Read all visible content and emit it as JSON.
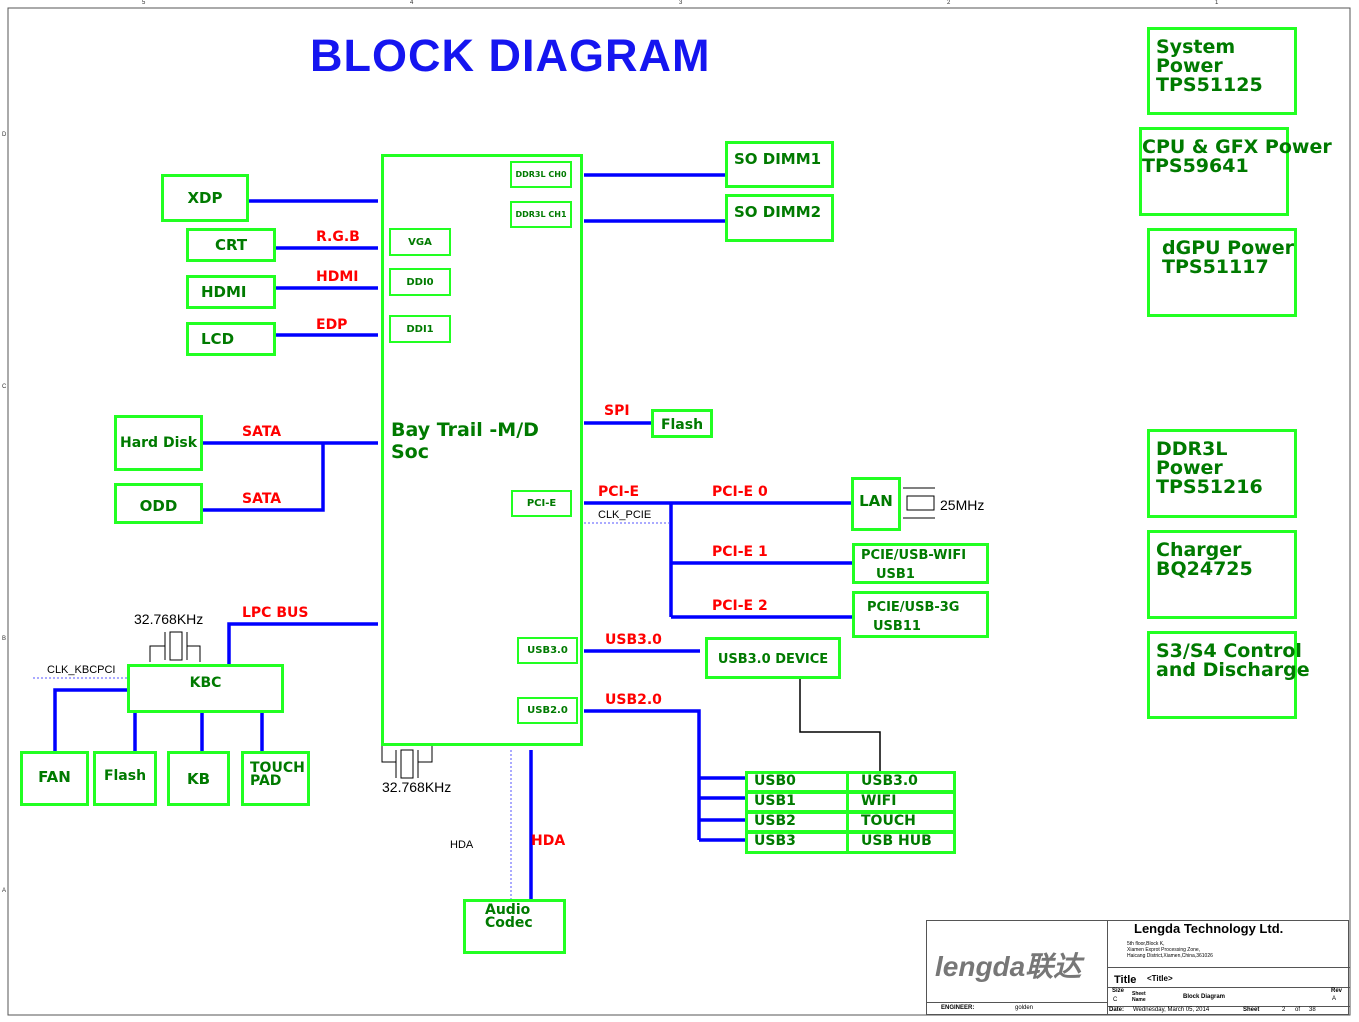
{
  "title": "BLOCK DIAGRAM",
  "colors": {
    "box": "#22ff22",
    "box_text": "#007a00",
    "bus": "#0000ff",
    "bus_label": "#ff0000",
    "title": "#1515f0"
  },
  "border": {
    "columns": [
      "5",
      "4",
      "3",
      "2",
      "1"
    ],
    "rows": [
      "D",
      "C",
      "B",
      "A"
    ]
  },
  "soc": {
    "label": "Bay Trail -M/D Soc",
    "ports": {
      "ddr0": "DDR3L CH0",
      "ddr1": "DDR3L CH1",
      "vga": "VGA",
      "ddi0": "DDI0",
      "ddi1": "DDI1",
      "pcie": "PCI-E",
      "usb3": "USB3.0",
      "usb2": "USB2.0"
    }
  },
  "blocks": {
    "xdp": "XDP",
    "crt": "CRT",
    "hdmi": "HDMI",
    "lcd": "LCD",
    "hdd": "Hard Disk",
    "odd": "ODD",
    "dimm1": "SO DIMM1",
    "dimm2": "SO DIMM2",
    "flash_spi": "Flash",
    "lan": "LAN",
    "wifi": [
      "PCIE/USB-WIFI",
      "USB1"
    ],
    "g3": [
      "PCIE/USB-3G",
      "USB11"
    ],
    "usb3dev": "USB3.0 DEVICE",
    "kbc": "KBC",
    "fan": "FAN",
    "flash_kbc": "Flash",
    "kb": "KB",
    "touchpad": [
      "TOUCH",
      "PAD"
    ],
    "audio": [
      "Audio",
      "Codec"
    ]
  },
  "usb_table": [
    [
      "USB0",
      "USB3.0"
    ],
    [
      "USB1",
      "WIFI"
    ],
    [
      "USB2",
      "TOUCH"
    ],
    [
      "USB3",
      "USB HUB"
    ]
  ],
  "bus_labels": {
    "rgb": "R.G.B",
    "hdmi": "HDMI",
    "edp": "EDP",
    "sata1": "SATA",
    "sata2": "SATA",
    "lpc": "LPC BUS",
    "spi": "SPI",
    "pcie": "PCI-E",
    "pcie0": "PCI-E 0",
    "pcie1": "PCI-E 1",
    "pcie2": "PCI-E 2",
    "usb3": "USB3.0",
    "usb2": "USB2.0",
    "hda": "HDA"
  },
  "signals": {
    "clk_pcie": "CLK_PCIE",
    "clk_kbcpci": "CLK_KBCPCI",
    "hda": "HDA",
    "xtal_kbc": "32.768KHz",
    "xtal_soc": "32.768KHz",
    "xtal_lan": "25MHz"
  },
  "power": [
    [
      "System Power",
      "TPS51125"
    ],
    [
      "CPU & GFX Power",
      "TPS59641"
    ],
    [
      "dGPU Power",
      "TPS51117"
    ],
    [
      "DDR3L Power",
      "TPS51216"
    ],
    [
      "Charger",
      "BQ24725"
    ],
    [
      "S3/S4 Control",
      "and Discharge"
    ]
  ],
  "title_block": {
    "logo": "lengda联达",
    "company": "Lengda Technology Ltd.",
    "address": [
      "5th floor,Block K,",
      "Xiamen Exprot Processing Zone,",
      "Haicang District,Xiamen,China,361026"
    ],
    "title_label": "Title",
    "title_value": "<Title>",
    "size_label": "Size",
    "size": "C",
    "sheet_name_label": "Sheet Name",
    "sheet_name": "Block Diagram",
    "rev_label": "Rev",
    "rev": "A",
    "engineer_label": "ENGINEER:",
    "engineer": "golden",
    "date_label": "Date:",
    "date": "Wednesday, March 05, 2014",
    "sheet_label": "Sheet",
    "sheet": "2",
    "of_label": "of",
    "sheets": "38"
  }
}
